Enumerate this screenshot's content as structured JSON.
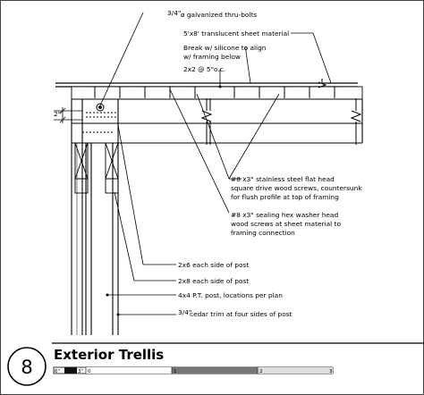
{
  "detail": {
    "number": "8",
    "title": "Exterior Trellis"
  },
  "notes": {
    "bolts_frac": "3/4\"",
    "bolts": "ø galvanized thru-bolts",
    "sheet": "5'x8' translucent sheet material",
    "break_line1": "Break w/ silicone to align",
    "break_line2": "w/ framing below",
    "framing": "2x2 @ 5\"o.c.",
    "dim_left": "2\"",
    "screws_line1": "#8 x3\" stainless steel flat head",
    "screws_line2": "square drive wood screws, countersunk",
    "screws_line3": "for flush profile at top of framing",
    "washer_line1": "#8 x3\" sealing hex washer head",
    "washer_line2": "wood screws at sheet material to",
    "washer_line3": "framing connection",
    "post_2x6": "2x6 each side of post",
    "post_2x8": "2x8 each side of post",
    "post_4x4": "4x4 P.T. post, locations per plan",
    "cedar_frac": "3/4\"",
    "cedar": "cedar trim at four sides of post"
  },
  "scale_bar": {
    "labels": [
      "6\"",
      "3\"",
      "0",
      "1",
      "2",
      "3"
    ]
  }
}
